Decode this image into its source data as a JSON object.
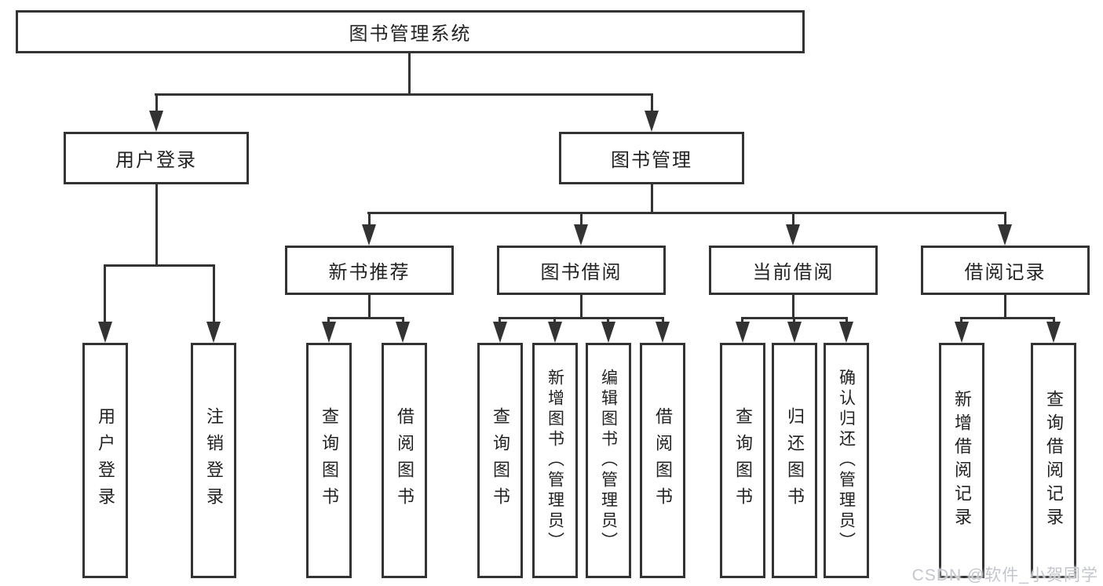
{
  "diagram": {
    "root": {
      "label": "图书管理系统"
    },
    "level2": [
      {
        "label": "用户登录"
      },
      {
        "label": "图书管理"
      }
    ],
    "level3": [
      {
        "label": "新书推荐"
      },
      {
        "label": "图书借阅"
      },
      {
        "label": "当前借阅"
      },
      {
        "label": "借阅记录"
      }
    ],
    "leaves": {
      "login": [
        "用户登录",
        "注销登录"
      ],
      "recommend": [
        "查询图书",
        "借阅图书"
      ],
      "borrow": [
        "查询图书",
        "新增图书（管理员）",
        "编辑图书（管理员）",
        "借阅图书"
      ],
      "current": [
        "查询图书",
        "归还图书",
        "确认归还（管理员）"
      ],
      "records": [
        "新增借阅记录",
        "查询借阅记录"
      ]
    }
  },
  "watermark": {
    "text": "CSDN @软件_小贺同学"
  },
  "colors": {
    "line": "#333333",
    "text": "#222222",
    "background": "#ffffff",
    "watermark": "#c3c7cd"
  }
}
